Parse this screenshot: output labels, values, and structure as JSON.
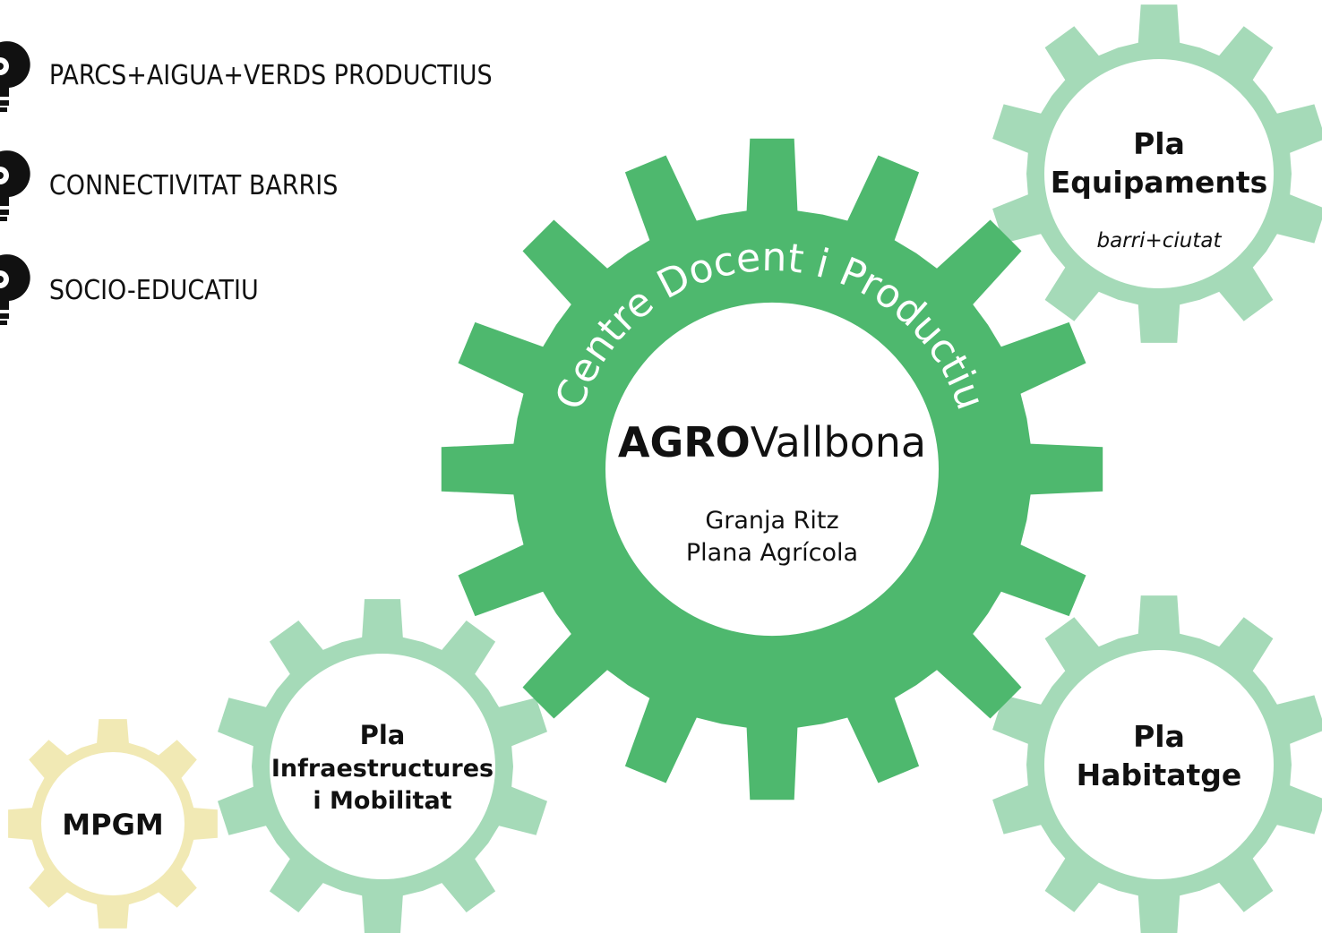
{
  "colors": {
    "main_gear": "#4eb86e",
    "light_gear": "#a5dab8",
    "yellow_gear": "#f1e9b4",
    "text": "#111111",
    "arc_text": "#ffffff",
    "icon": "#111111"
  },
  "legend": {
    "items": [
      {
        "icon": "lightbulb-gear-icon",
        "label": "PARCS+AIGUA+VERDS PRODUCTIUS"
      },
      {
        "icon": "lightbulb-gear-icon",
        "label": "CONNECTIVITAT BARRIS"
      },
      {
        "icon": "lightbulb-gear-icon",
        "label": "SOCIO-EDUCATIU"
      }
    ]
  },
  "gears": {
    "main": {
      "arc_text": "Centre Docent i Productiu",
      "title_bold": "AGRO",
      "title_regular": "Vallbona",
      "line1": "Granja Ritz",
      "line2": "Plana Agrícola"
    },
    "equipaments": {
      "line1": "Pla",
      "line2": "Equipaments",
      "subtitle": "barri+ciutat"
    },
    "habitatge": {
      "line1": "Pla",
      "line2": "Habitatge"
    },
    "infraestructures": {
      "line1": "Pla",
      "line2": "Infraestructures",
      "line3": "i Mobilitat"
    },
    "mpgm": {
      "label": "MPGM"
    }
  }
}
